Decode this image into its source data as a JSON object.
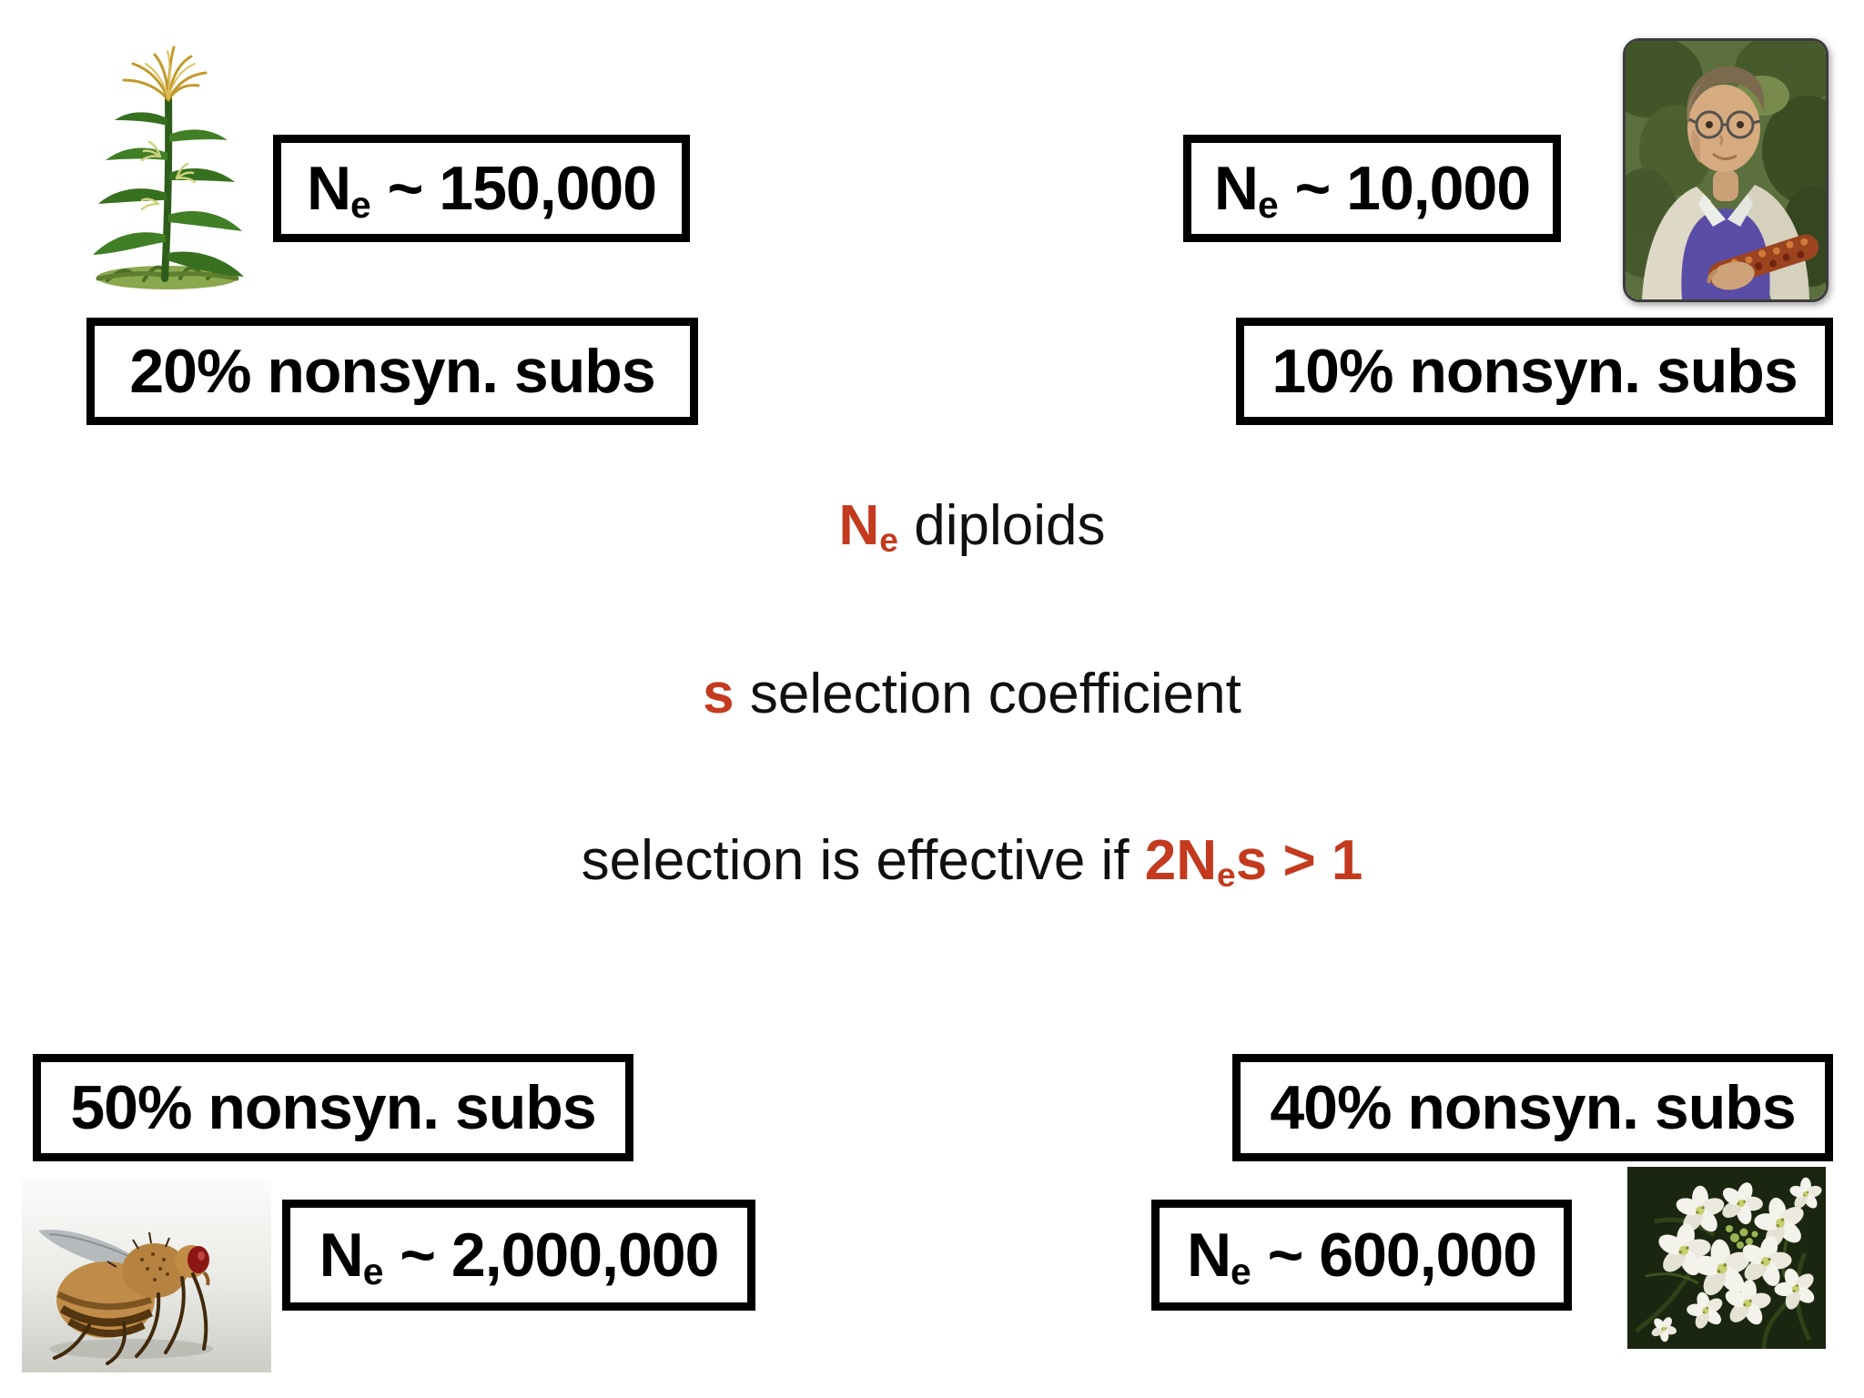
{
  "slide": {
    "background": "#ffffff",
    "accent_red": "#c33a1e",
    "box_border_color": "#000000"
  },
  "images": {
    "maize": "corn-plant-botanical-illustration",
    "human": "woman-holding-corn-cob-photo",
    "drosophila": "fruit-fly-side-view-photo",
    "arabidopsis": "white-flower-cluster-photo"
  },
  "organisms": {
    "maize": {
      "ne_symbol": "N",
      "ne_subscript": "e",
      "ne_value": " ~ 150,000",
      "nonsyn_label": "20% nonsyn. subs"
    },
    "human": {
      "ne_symbol": "N",
      "ne_subscript": "e",
      "ne_value": " ~ 10,000",
      "nonsyn_label": "10% nonsyn. subs"
    },
    "drosophila": {
      "ne_symbol": "N",
      "ne_subscript": "e",
      "ne_value": " ~ 2,000,000",
      "nonsyn_label": "50% nonsyn. subs"
    },
    "arabidopsis": {
      "ne_symbol": "N",
      "ne_subscript": "e",
      "ne_value": " ~ 600,000",
      "nonsyn_label": "40% nonsyn. subs"
    }
  },
  "center_text": {
    "line1": {
      "term": "N",
      "term_sub": "e",
      "rest": " diploids"
    },
    "line2": {
      "term": "s",
      "rest": " selection coefficient"
    },
    "line3": {
      "prefix": "selection is effective if ",
      "formula": "2N",
      "formula_sub": "e",
      "formula_tail": "s > 1"
    }
  }
}
